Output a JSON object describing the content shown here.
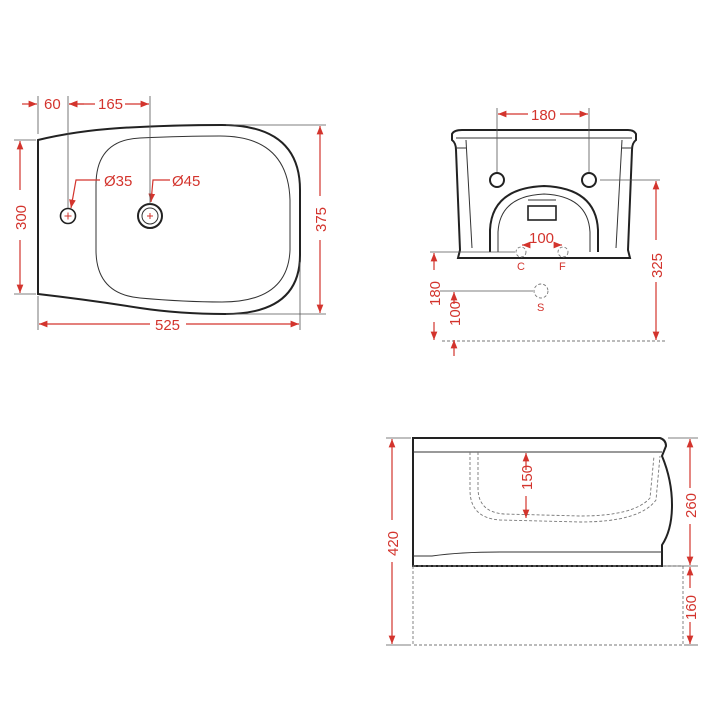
{
  "top_view": {
    "dims": {
      "edge_to_tap_hole": "60",
      "tap_hole_to_drain": "165",
      "width": "300",
      "height_total": "375",
      "length": "525",
      "tap_hole_diameter": "Ø35",
      "drain_diameter": "Ø45"
    }
  },
  "front_view": {
    "dims": {
      "bolt_spacing": "180",
      "supply_spacing": "100",
      "supply_height": "180",
      "waste_height": "100",
      "total_height": "325"
    },
    "labels": {
      "cold": "C",
      "hot": "F",
      "waste": "S"
    }
  },
  "side_view": {
    "dims": {
      "bowl_depth": "150",
      "total_height": "420",
      "body_height": "260",
      "floor_clearance": "160"
    }
  },
  "colors": {
    "dimension": "#d3342d",
    "outline": "#222222"
  }
}
